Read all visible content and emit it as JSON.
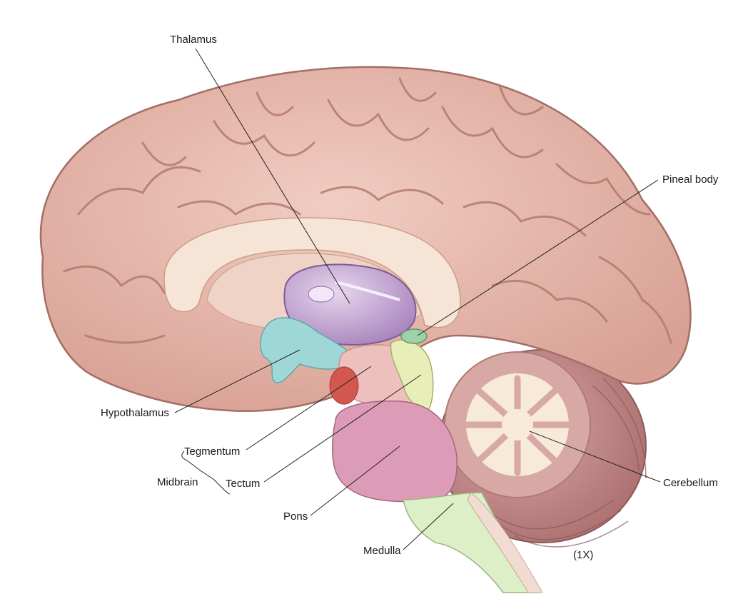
{
  "labels": {
    "thalamus": "Thalamus",
    "pineal_body": "Pineal body",
    "hypothalamus": "Hypothalamus",
    "tegmentum": "Tegmentum",
    "midbrain": "Midbrain",
    "tectum": "Tectum",
    "pons": "Pons",
    "medulla": "Medulla",
    "cerebellum": "Cerebellum",
    "magnification": "(1X)"
  },
  "colors": {
    "cortex": "#e8b9ad",
    "cortex_dark": "#c98f85",
    "corpus_callosum": "#f6e5d6",
    "thalamus": "#c9a8d8",
    "hypothalamus": "#9fd6d6",
    "tegmentum": "#eec0bd",
    "tectum": "#e8eeb8",
    "pineal_body": "#9fd1a8",
    "pons": "#dc9cb8",
    "medulla": "#dcefc6",
    "cerebellum": "#c98f8f",
    "red_nucleus": "#d2584f"
  }
}
